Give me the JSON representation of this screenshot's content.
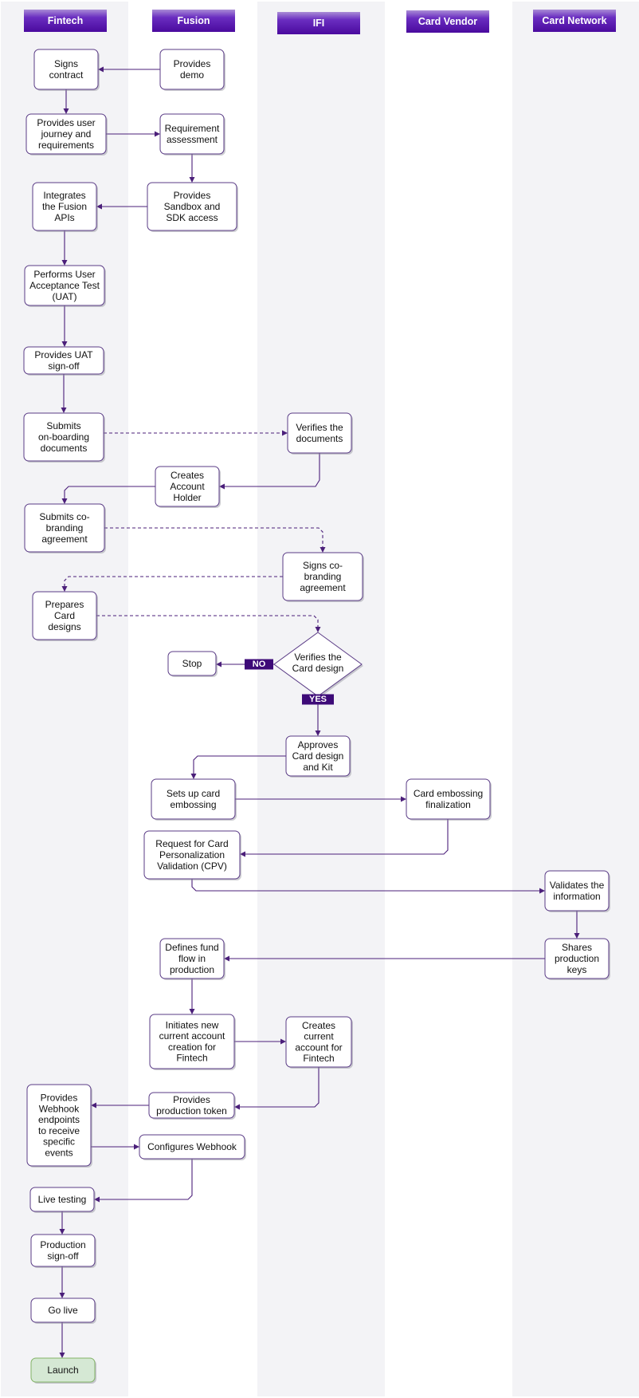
{
  "lanes": [
    {
      "id": "fintech",
      "title": "Fintech"
    },
    {
      "id": "fusion",
      "title": "Fusion"
    },
    {
      "id": "ifi",
      "title": "IFI"
    },
    {
      "id": "vendor",
      "title": "Card Vendor"
    },
    {
      "id": "network",
      "title": "Card Network"
    }
  ],
  "colors": {
    "header_top": "#a98cd6",
    "header_bottom": "#4a0a9e",
    "lane_fill": "#f3f3f6",
    "node_border": "#5a3b86",
    "edge": "#4b1f7a",
    "label_fill": "#3d0a78",
    "launch_fill": "#d5e8d4",
    "launch_border": "#82b366"
  },
  "nodes": [
    {
      "id": "signs-contract",
      "lines": [
        "Signs",
        "contract"
      ]
    },
    {
      "id": "provides-demo",
      "lines": [
        "Provides",
        "demo"
      ]
    },
    {
      "id": "user-journey",
      "lines": [
        "Provides user",
        "journey and",
        "requirements"
      ]
    },
    {
      "id": "requirement-assessment",
      "lines": [
        "Requirement",
        "assessment"
      ]
    },
    {
      "id": "integrates-apis",
      "lines": [
        "Integrates",
        "the Fusion",
        "APIs"
      ]
    },
    {
      "id": "sandbox-access",
      "lines": [
        "Provides",
        "Sandbox and",
        "SDK access"
      ]
    },
    {
      "id": "uat",
      "lines": [
        "Performs User",
        "Acceptance Test",
        "(UAT)"
      ]
    },
    {
      "id": "uat-signoff",
      "lines": [
        "Provides UAT",
        "sign-off"
      ]
    },
    {
      "id": "submits-docs",
      "lines": [
        "Submits",
        "on-boarding",
        "documents"
      ]
    },
    {
      "id": "verifies-docs",
      "lines": [
        "Verifies the",
        "documents"
      ]
    },
    {
      "id": "creates-account-holder",
      "lines": [
        "Creates",
        "Account",
        "Holder"
      ]
    },
    {
      "id": "submits-cobranding",
      "lines": [
        "Submits co-",
        "branding",
        "agreement"
      ]
    },
    {
      "id": "signs-cobranding",
      "lines": [
        "Signs co-",
        "branding",
        "agreement"
      ]
    },
    {
      "id": "prepares-designs",
      "lines": [
        "Prepares",
        "Card",
        "designs"
      ]
    },
    {
      "id": "verifies-design",
      "lines": [
        "Verifies the",
        "Card design"
      ],
      "shape": "diamond"
    },
    {
      "id": "stop",
      "lines": [
        "Stop"
      ]
    },
    {
      "id": "approves-design",
      "lines": [
        "Approves",
        "Card design",
        "and Kit"
      ]
    },
    {
      "id": "sets-up-embossing",
      "lines": [
        "Sets up card",
        "embossing"
      ]
    },
    {
      "id": "embossing-finalization",
      "lines": [
        "Card embossing",
        "finalization"
      ]
    },
    {
      "id": "request-cpv",
      "lines": [
        "Request for Card",
        "Personalization",
        "Validation (CPV)"
      ]
    },
    {
      "id": "validates-info",
      "lines": [
        "Validates the",
        "information"
      ]
    },
    {
      "id": "shares-keys",
      "lines": [
        "Shares",
        "production",
        "keys"
      ]
    },
    {
      "id": "defines-fund-flow",
      "lines": [
        "Defines fund",
        "flow in",
        "production"
      ]
    },
    {
      "id": "initiates-account",
      "lines": [
        "Initiates new",
        "current account",
        "creation for",
        "Fintech"
      ]
    },
    {
      "id": "creates-account",
      "lines": [
        "Creates",
        "current",
        "account for",
        "Fintech"
      ]
    },
    {
      "id": "webhook-endpoints",
      "lines": [
        "Provides",
        "Webhook",
        "endpoints",
        "to receive",
        "specific",
        "events"
      ]
    },
    {
      "id": "production-token",
      "lines": [
        "Provides",
        "production token"
      ]
    },
    {
      "id": "configures-webhook",
      "lines": [
        "Configures Webhook"
      ]
    },
    {
      "id": "live-testing",
      "lines": [
        "Live testing"
      ]
    },
    {
      "id": "production-signoff",
      "lines": [
        "Production",
        "sign-off"
      ]
    },
    {
      "id": "go-live",
      "lines": [
        "Go live"
      ]
    },
    {
      "id": "launch",
      "lines": [
        "Launch"
      ],
      "style": "launch"
    }
  ],
  "edges": [
    {
      "from": "provides-demo",
      "to": "signs-contract"
    },
    {
      "from": "signs-contract",
      "to": "user-journey"
    },
    {
      "from": "user-journey",
      "to": "requirement-assessment"
    },
    {
      "from": "requirement-assessment",
      "to": "sandbox-access"
    },
    {
      "from": "sandbox-access",
      "to": "integrates-apis"
    },
    {
      "from": "integrates-apis",
      "to": "uat"
    },
    {
      "from": "uat",
      "to": "uat-signoff"
    },
    {
      "from": "uat-signoff",
      "to": "submits-docs"
    },
    {
      "from": "submits-docs",
      "to": "verifies-docs",
      "dashed": true
    },
    {
      "from": "verifies-docs",
      "to": "creates-account-holder"
    },
    {
      "from": "creates-account-holder",
      "to": "submits-cobranding"
    },
    {
      "from": "submits-cobranding",
      "to": "signs-cobranding",
      "dashed": true
    },
    {
      "from": "signs-cobranding",
      "to": "prepares-designs",
      "dashed": true
    },
    {
      "from": "prepares-designs",
      "to": "verifies-design",
      "dashed": true
    },
    {
      "from": "verifies-design",
      "to": "stop",
      "label": "NO"
    },
    {
      "from": "verifies-design",
      "to": "approves-design",
      "label": "YES"
    },
    {
      "from": "approves-design",
      "to": "sets-up-embossing"
    },
    {
      "from": "sets-up-embossing",
      "to": "embossing-finalization"
    },
    {
      "from": "embossing-finalization",
      "to": "request-cpv"
    },
    {
      "from": "request-cpv",
      "to": "validates-info"
    },
    {
      "from": "validates-info",
      "to": "shares-keys"
    },
    {
      "from": "shares-keys",
      "to": "defines-fund-flow"
    },
    {
      "from": "defines-fund-flow",
      "to": "initiates-account"
    },
    {
      "from": "initiates-account",
      "to": "creates-account"
    },
    {
      "from": "creates-account",
      "to": "production-token"
    },
    {
      "from": "production-token",
      "to": "webhook-endpoints"
    },
    {
      "from": "webhook-endpoints",
      "to": "configures-webhook"
    },
    {
      "from": "configures-webhook",
      "to": "live-testing"
    },
    {
      "from": "live-testing",
      "to": "production-signoff"
    },
    {
      "from": "production-signoff",
      "to": "go-live"
    },
    {
      "from": "go-live",
      "to": "launch"
    }
  ]
}
